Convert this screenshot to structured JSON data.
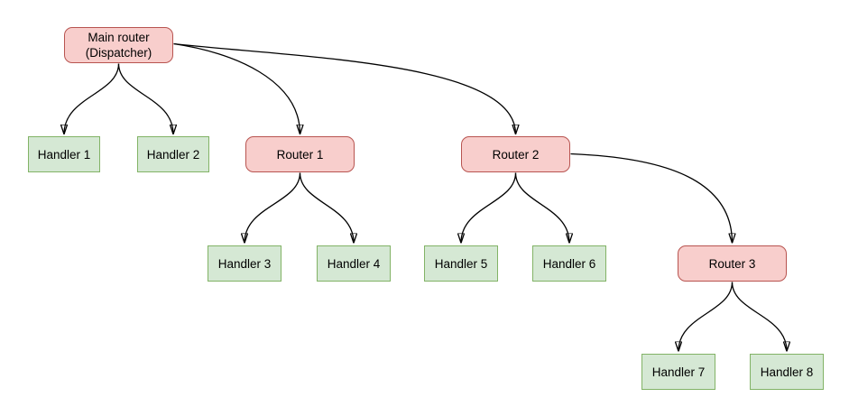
{
  "diagram": {
    "type": "flowchart",
    "background": "#ffffff"
  },
  "theme": {
    "background": "#ffffff",
    "router-fill": "#f8cecc",
    "router-border": "#b85450",
    "handler-fill": "#d5e8d4",
    "handler-border": "#82b366",
    "edge-color": "#000000"
  },
  "nodes": {
    "main": {
      "label": "Main router\n(Dispatcher)",
      "type": "router"
    },
    "h1": {
      "label": "Handler 1",
      "type": "handler"
    },
    "h2": {
      "label": "Handler 2",
      "type": "handler"
    },
    "r1": {
      "label": "Router 1",
      "type": "router"
    },
    "r2": {
      "label": "Router 2",
      "type": "router"
    },
    "h3": {
      "label": "Handler 3",
      "type": "handler"
    },
    "h4": {
      "label": "Handler 4",
      "type": "handler"
    },
    "h5": {
      "label": "Handler 5",
      "type": "handler"
    },
    "h6": {
      "label": "Handler 6",
      "type": "handler"
    },
    "r3": {
      "label": "Router 3",
      "type": "router"
    },
    "h7": {
      "label": "Handler 7",
      "type": "handler"
    },
    "h8": {
      "label": "Handler 8",
      "type": "handler"
    }
  },
  "edges": [
    {
      "from": "main",
      "to": "h1"
    },
    {
      "from": "main",
      "to": "h2"
    },
    {
      "from": "main",
      "to": "r1"
    },
    {
      "from": "main",
      "to": "r2"
    },
    {
      "from": "r1",
      "to": "h3"
    },
    {
      "from": "r1",
      "to": "h4"
    },
    {
      "from": "r2",
      "to": "h5"
    },
    {
      "from": "r2",
      "to": "h6"
    },
    {
      "from": "r2",
      "to": "r3"
    },
    {
      "from": "r3",
      "to": "h7"
    },
    {
      "from": "r3",
      "to": "h8"
    }
  ]
}
